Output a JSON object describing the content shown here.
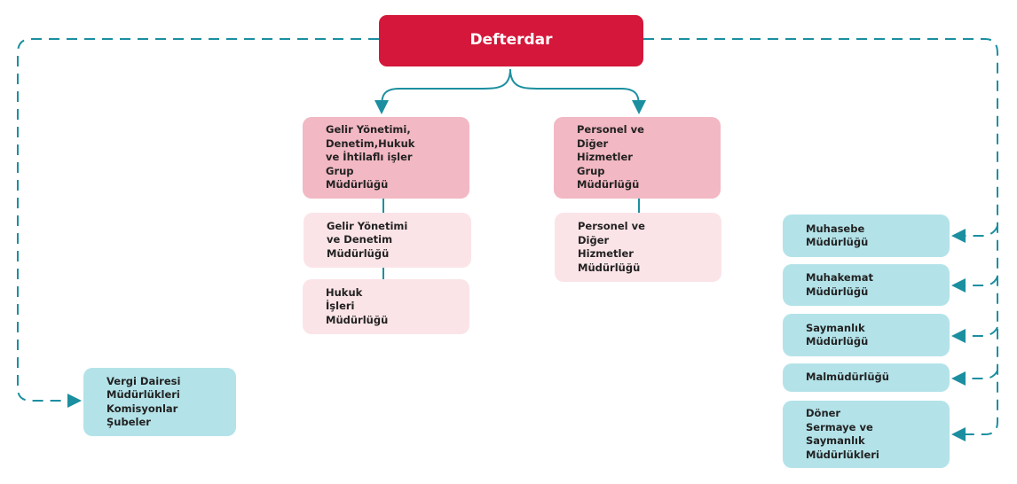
{
  "colors": {
    "head": "#d4173a",
    "group": "#f2b8c3",
    "sub": "#fbe4e8",
    "unit": "#b3e3e9",
    "line": "#1b8fa0"
  },
  "head": "Defterdar",
  "groups": [
    {
      "title": "Gelir Yönetimi,\nDenetim,Hukuk\nve İhtilaflı işler\nGrup\nMüdürlüğü",
      "subs": [
        "Gelir Yönetimi\nve Denetim\nMüdürlüğü",
        "Hukuk\nİşleri\nMüdürlüğü"
      ]
    },
    {
      "title": "Personel ve\nDiğer\nHizmetler\nGrup\nMüdürlüğü",
      "subs": [
        "Personel ve\nDiğer\nHizmetler\nMüdürlüğü"
      ]
    }
  ],
  "left_unit": "Vergi Dairesi\nMüdürlükleri\nKomisyonlar\nŞubeler",
  "right_units": [
    "Muhasebe\nMüdürlüğü",
    "Muhakemat\nMüdürlüğü",
    "Saymanlık\nMüdürlüğü",
    "Malmüdürlüğü",
    "Döner\nSermaye ve\nSaymanlık\nMüdürlükleri"
  ]
}
